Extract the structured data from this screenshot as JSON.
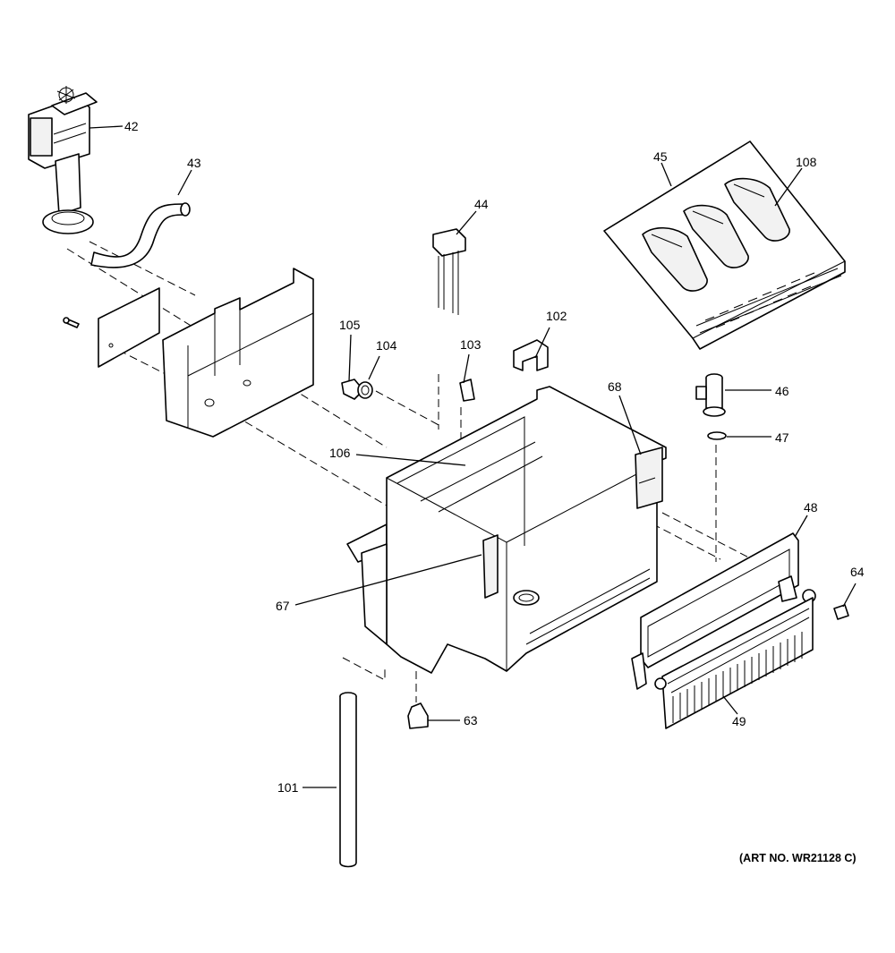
{
  "art_number": "(ART NO. WR21128 C)",
  "callouts": {
    "p42": "42",
    "p43": "43",
    "p44": "44",
    "p45": "45",
    "p46": "46",
    "p47": "47",
    "p48": "48",
    "p49": "49",
    "p63": "63",
    "p64": "64",
    "p67": "67",
    "p68": "68",
    "p101": "101",
    "p102": "102",
    "p103": "103",
    "p104": "104",
    "p105": "105",
    "p106": "106",
    "p108": "108"
  }
}
